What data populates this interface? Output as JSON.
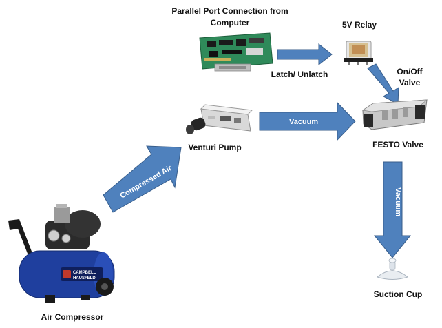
{
  "nodes": {
    "parallel_port": {
      "label_line1": "Parallel Port Connection from",
      "label_line2": "Computer"
    },
    "relay": {
      "label": "5V Relay"
    },
    "onoff_valve": {
      "label_line1": "On/Off",
      "label_line2": "Valve"
    },
    "venturi_pump": {
      "label": "Venturi Pump"
    },
    "festo_valve": {
      "label": "FESTO Valve"
    },
    "suction_cup": {
      "label": "Suction Cup"
    },
    "air_compressor": {
      "label": "Air Compressor",
      "brand_line1": "CAMPBELL",
      "brand_line2": "HAUSFELD"
    }
  },
  "edges": {
    "latch_label": "Latch/ Unlatch",
    "vacuum_horizontal": "Vacuum",
    "vacuum_vertical": "Vacuum",
    "compressed_air": "Compressed Air"
  },
  "colors": {
    "arrow_fill": "#4f81bd",
    "arrow_stroke": "#385d8a",
    "pcb_green": "#2f8a5a",
    "compressor_blue": "#1f3f9e"
  }
}
